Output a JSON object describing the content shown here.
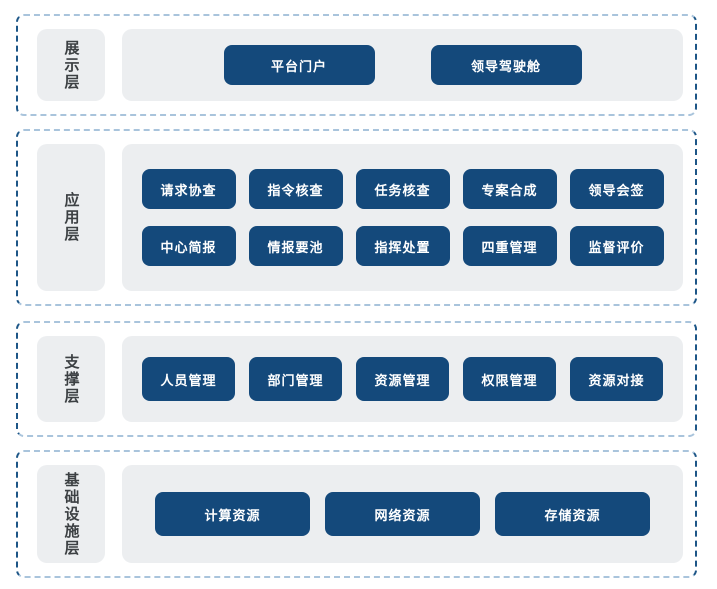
{
  "theme": {
    "page_bg": "#ffffff",
    "panel_bg": "#eceef0",
    "button_bg": "#14497b",
    "button_text": "#ffffff",
    "label_text": "#3c4043",
    "border_light": "#a9c4dc",
    "border_dark": "#1d5687"
  },
  "layers": [
    {
      "name": "展示层",
      "rows": [
        [
          "平台门户",
          "领导驾驶舱"
        ]
      ]
    },
    {
      "name": "应用层",
      "rows": [
        [
          "请求协查",
          "指令核查",
          "任务核查",
          "专案合成",
          "领导会签"
        ],
        [
          "中心简报",
          "情报要池",
          "指挥处置",
          "四重管理",
          "监督评价"
        ]
      ]
    },
    {
      "name": "支撑层",
      "rows": [
        [
          "人员管理",
          "部门管理",
          "资源管理",
          "权限管理",
          "资源对接"
        ]
      ]
    },
    {
      "name": "基础设施层",
      "rows": [
        [
          "计算资源",
          "网络资源",
          "存储资源"
        ]
      ]
    }
  ]
}
